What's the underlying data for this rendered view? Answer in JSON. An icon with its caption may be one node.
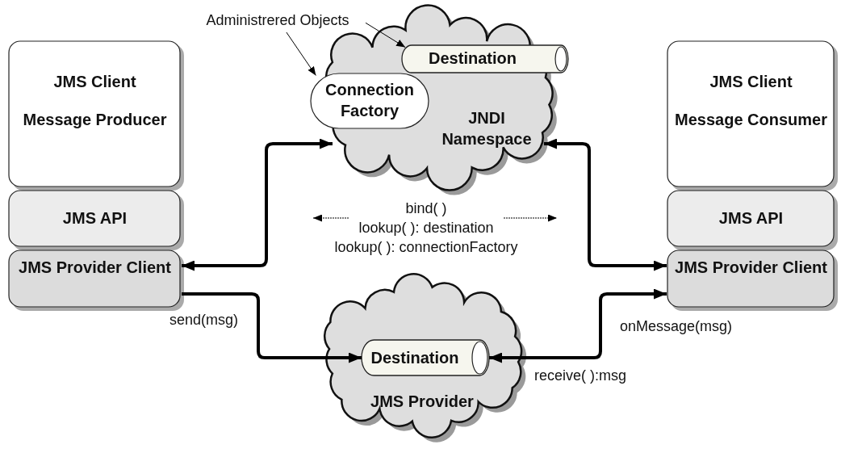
{
  "diagram": {
    "nodes": [
      {
        "text": [
          "JMS Client",
          "Message Producer"
        ]
      },
      {
        "text": [
          "JMS API"
        ]
      },
      {
        "text": [
          "JMS Provider Client"
        ]
      },
      {
        "text": [
          "JMS Client",
          "Message Consumer"
        ]
      },
      {
        "text": [
          "JMS API"
        ]
      },
      {
        "text": [
          "JMS Provider Client"
        ]
      },
      {
        "text": [
          "JNDI Namespace"
        ]
      },
      {
        "text": [
          "Connection Factory"
        ],
        "in": 6
      },
      {
        "text": [
          "Destination"
        ],
        "in": 6
      },
      {
        "text": [
          "JMS Provider"
        ]
      },
      {
        "text": [
          "Destination"
        ],
        "in": 9
      },
      {
        "text": [
          "Administrered Objects"
        ]
      }
    ],
    "edges": [
      {
        "from": 2,
        "to": 6,
        "arrow": "both"
      },
      {
        "from": 6,
        "to": 5,
        "arrow": "both"
      },
      {
        "from": 2,
        "to": 10,
        "arrow": "to",
        "label": "send(msg)"
      },
      {
        "from": 10,
        "to": 5,
        "arrow": "both",
        "label": "receive( ):msg"
      },
      {
        "from": 11,
        "to": 7,
        "arrow": "to"
      },
      {
        "from": 11,
        "to": 8,
        "arrow": "to"
      }
    ],
    "labels": [
      "bind( )",
      "lookup( ): destination",
      "lookup( ): connectionFactory",
      "onMessage(msg)"
    ]
  }
}
